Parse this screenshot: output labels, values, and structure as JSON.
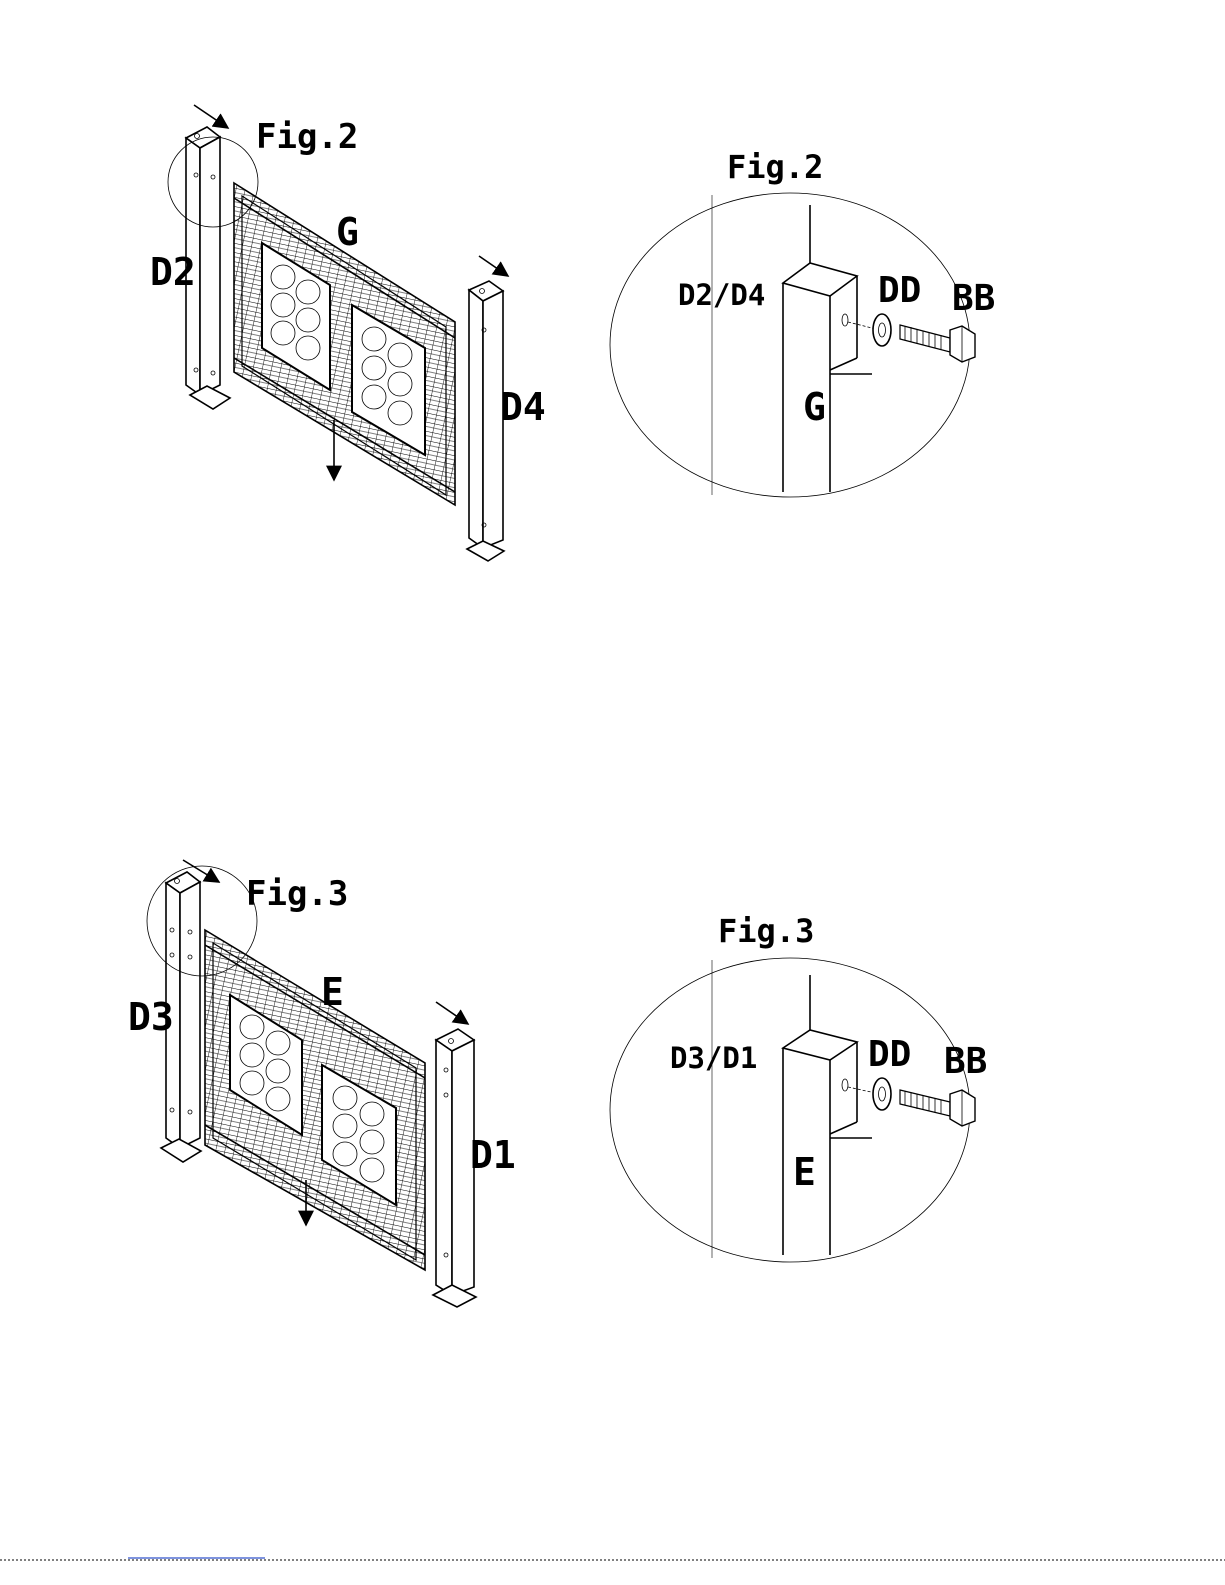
{
  "figure2": {
    "callout": "Fig.2",
    "post_left": "D2",
    "panel": "G",
    "post_right": "D4",
    "detail": {
      "title": "Fig.2",
      "post": "D2/D4",
      "washer": "DD",
      "bolt": "BB",
      "panel": "G"
    }
  },
  "figure3": {
    "callout": "Fig.3",
    "post_left": "D3",
    "panel": "E",
    "post_right": "D1",
    "detail": {
      "title": "Fig.3",
      "post": "D3/D1",
      "washer": "DD",
      "bolt": "BB",
      "panel": "E"
    }
  }
}
